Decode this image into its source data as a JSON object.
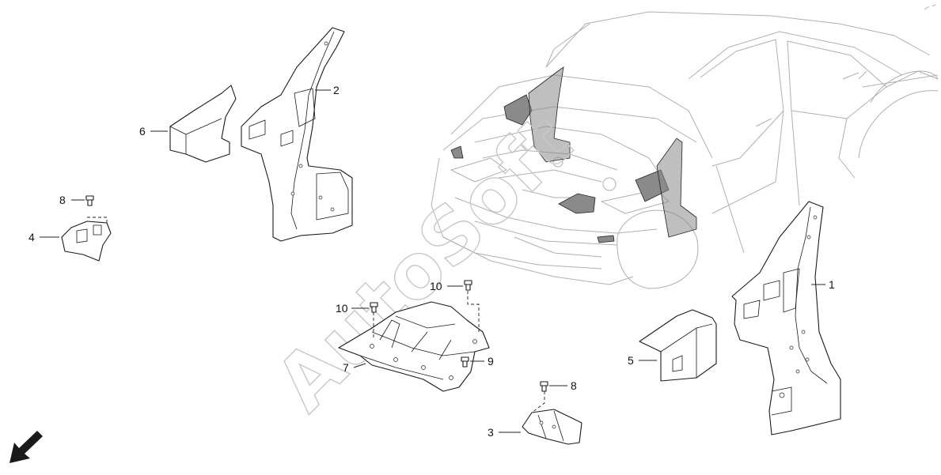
{
  "diagram": {
    "watermark_text": "AutoSoft",
    "callouts": [
      {
        "id": "c1",
        "label": "1"
      },
      {
        "id": "c2",
        "label": "2"
      },
      {
        "id": "c3",
        "label": "3"
      },
      {
        "id": "c4",
        "label": "4"
      },
      {
        "id": "c5",
        "label": "5"
      },
      {
        "id": "c6",
        "label": "6"
      },
      {
        "id": "c7",
        "label": "7"
      },
      {
        "id": "c8a",
        "label": "8"
      },
      {
        "id": "c8b",
        "label": "8"
      },
      {
        "id": "c9",
        "label": "9"
      },
      {
        "id": "c10a",
        "label": "10"
      },
      {
        "id": "c10b",
        "label": "10"
      }
    ],
    "icons": {
      "direction_arrow": "arrow-down-left-icon"
    },
    "colors": {
      "line": "#1a1a1a",
      "vehicle_outline": "#b0b0b0",
      "highlighted_parts": "#8a8a8a",
      "watermark": "#c8c8c8"
    }
  }
}
